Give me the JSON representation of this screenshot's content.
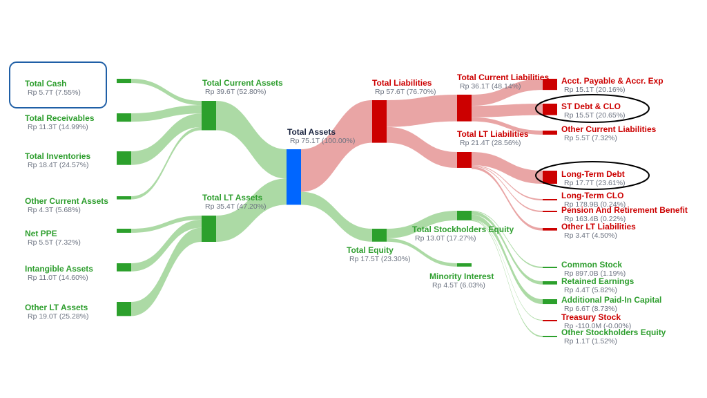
{
  "colors": {
    "green": "#2ca02c",
    "green_link": "#a8d8a0",
    "red": "#cc0000",
    "red_link": "#e8a0a0",
    "blue": "#0066ff",
    "label_green": "#2e9e2e",
    "label_red": "#cc0000",
    "label_dark": "#1a2440",
    "value_gray": "#6b7280",
    "highlight_blue": "#1f5fa6",
    "highlight_black": "#000000"
  },
  "nodes": [
    {
      "id": "total-cash",
      "label": "Total Cash",
      "value": "Rp 5.7T (7.55%)",
      "color": "green"
    },
    {
      "id": "total-receivables",
      "label": "Total Receivables",
      "value": "Rp 11.3T (14.99%)",
      "color": "green"
    },
    {
      "id": "total-inventories",
      "label": "Total Inventories",
      "value": "Rp 18.4T (24.57%)",
      "color": "green"
    },
    {
      "id": "other-current-assets",
      "label": "Other Current Assets",
      "value": "Rp 4.3T (5.68%)",
      "color": "green"
    },
    {
      "id": "net-ppe",
      "label": "Net PPE",
      "value": "Rp 5.5T (7.32%)",
      "color": "green"
    },
    {
      "id": "intangible-assets",
      "label": "Intangible Assets",
      "value": "Rp 11.0T (14.60%)",
      "color": "green"
    },
    {
      "id": "other-lt-assets",
      "label": "Other LT Assets",
      "value": "Rp 19.0T (25.28%)",
      "color": "green"
    },
    {
      "id": "total-current-assets",
      "label": "Total Current Assets",
      "value": "Rp 39.6T (52.80%)",
      "color": "green"
    },
    {
      "id": "total-lt-assets",
      "label": "Total LT Assets",
      "value": "Rp 35.4T (47.20%)",
      "color": "green"
    },
    {
      "id": "total-assets",
      "label": "Total Assets",
      "value": "Rp 75.1T (100.00%)",
      "color": "blue"
    },
    {
      "id": "total-liabilities",
      "label": "Total Liabilities",
      "value": "Rp 57.6T (76.70%)",
      "color": "red"
    },
    {
      "id": "total-equity",
      "label": "Total Equity",
      "value": "Rp 17.5T (23.30%)",
      "color": "green"
    },
    {
      "id": "total-current-liabilities",
      "label": "Total Current Liabilities",
      "value": "Rp 36.1T (48.14%)",
      "color": "red"
    },
    {
      "id": "total-lt-liabilities",
      "label": "Total LT Liabilities",
      "value": "Rp 21.4T (28.56%)",
      "color": "red"
    },
    {
      "id": "total-stockholders-equity",
      "label": "Total Stockholders Equity",
      "value": "Rp 13.0T (17.27%)",
      "color": "green"
    },
    {
      "id": "minority-interest",
      "label": "Minority Interest",
      "value": "Rp 4.5T (6.03%)",
      "color": "green"
    },
    {
      "id": "acct-payable",
      "label": "Acct. Payable & Accr. Exp",
      "value": "Rp 15.1T (20.16%)",
      "color": "red"
    },
    {
      "id": "st-debt",
      "label": "ST Debt & CLO",
      "value": "Rp 15.5T (20.65%)",
      "color": "red"
    },
    {
      "id": "other-current-liabilities",
      "label": "Other Current Liabilities",
      "value": "Rp 5.5T (7.32%)",
      "color": "red"
    },
    {
      "id": "long-term-debt",
      "label": "Long-Term Debt",
      "value": "Rp 17.7T (23.61%)",
      "color": "red"
    },
    {
      "id": "long-term-clo",
      "label": "Long-Term CLO",
      "value": "Rp 178.9B (0.24%)",
      "color": "red"
    },
    {
      "id": "pension",
      "label": "Pension And Retirement Benefit",
      "value": "Rp 163.4B (0.22%)",
      "color": "red"
    },
    {
      "id": "other-lt-liabilities",
      "label": "Other LT Liabilities",
      "value": "Rp 3.4T (4.50%)",
      "color": "red"
    },
    {
      "id": "common-stock",
      "label": "Common Stock",
      "value": "Rp 897.0B (1.19%)",
      "color": "green"
    },
    {
      "id": "retained-earnings",
      "label": "Retained Earnings",
      "value": "Rp 4.4T (5.82%)",
      "color": "green"
    },
    {
      "id": "additional-paid-in",
      "label": "Additional Paid-In Capital",
      "value": "Rp 6.6T (8.73%)",
      "color": "green"
    },
    {
      "id": "treasury-stock",
      "label": "Treasury Stock",
      "value": "Rp -110.0M (-0.00%)",
      "color": "red"
    },
    {
      "id": "other-stockholders-equity",
      "label": "Other Stockholders Equity",
      "value": "Rp 1.1T (1.52%)",
      "color": "green"
    }
  ],
  "links": [
    {
      "source": "total-cash",
      "target": "total-current-assets",
      "value": 5.7
    },
    {
      "source": "total-receivables",
      "target": "total-current-assets",
      "value": 11.3
    },
    {
      "source": "total-inventories",
      "target": "total-current-assets",
      "value": 18.4
    },
    {
      "source": "other-current-assets",
      "target": "total-current-assets",
      "value": 4.3
    },
    {
      "source": "net-ppe",
      "target": "total-lt-assets",
      "value": 5.5
    },
    {
      "source": "intangible-assets",
      "target": "total-lt-assets",
      "value": 11.0
    },
    {
      "source": "other-lt-assets",
      "target": "total-lt-assets",
      "value": 19.0
    },
    {
      "source": "total-current-assets",
      "target": "total-assets",
      "value": 39.6
    },
    {
      "source": "total-lt-assets",
      "target": "total-assets",
      "value": 35.4
    },
    {
      "source": "total-assets",
      "target": "total-liabilities",
      "value": 57.6
    },
    {
      "source": "total-assets",
      "target": "total-equity",
      "value": 17.5
    },
    {
      "source": "total-liabilities",
      "target": "total-current-liabilities",
      "value": 36.1
    },
    {
      "source": "total-liabilities",
      "target": "total-lt-liabilities",
      "value": 21.4
    },
    {
      "source": "total-equity",
      "target": "total-stockholders-equity",
      "value": 13.0
    },
    {
      "source": "total-equity",
      "target": "minority-interest",
      "value": 4.5
    },
    {
      "source": "total-current-liabilities",
      "target": "acct-payable",
      "value": 15.1
    },
    {
      "source": "total-current-liabilities",
      "target": "st-debt",
      "value": 15.5
    },
    {
      "source": "total-current-liabilities",
      "target": "other-current-liabilities",
      "value": 5.5
    },
    {
      "source": "total-lt-liabilities",
      "target": "long-term-debt",
      "value": 17.7
    },
    {
      "source": "total-lt-liabilities",
      "target": "long-term-clo",
      "value": 0.179
    },
    {
      "source": "total-lt-liabilities",
      "target": "pension",
      "value": 0.163
    },
    {
      "source": "total-lt-liabilities",
      "target": "other-lt-liabilities",
      "value": 3.4
    },
    {
      "source": "total-stockholders-equity",
      "target": "common-stock",
      "value": 0.897
    },
    {
      "source": "total-stockholders-equity",
      "target": "retained-earnings",
      "value": 4.4
    },
    {
      "source": "total-stockholders-equity",
      "target": "additional-paid-in",
      "value": 6.6
    },
    {
      "source": "total-stockholders-equity",
      "target": "treasury-stock",
      "value": 0.0
    },
    {
      "source": "total-stockholders-equity",
      "target": "other-stockholders-equity",
      "value": 1.1
    }
  ],
  "highlights": [
    {
      "node": "total-cash",
      "shape": "rounded-rect",
      "color": "highlight_blue"
    },
    {
      "node": "st-debt",
      "shape": "ellipse",
      "color": "highlight_black"
    },
    {
      "node": "long-term-debt",
      "shape": "ellipse",
      "color": "highlight_black"
    }
  ]
}
